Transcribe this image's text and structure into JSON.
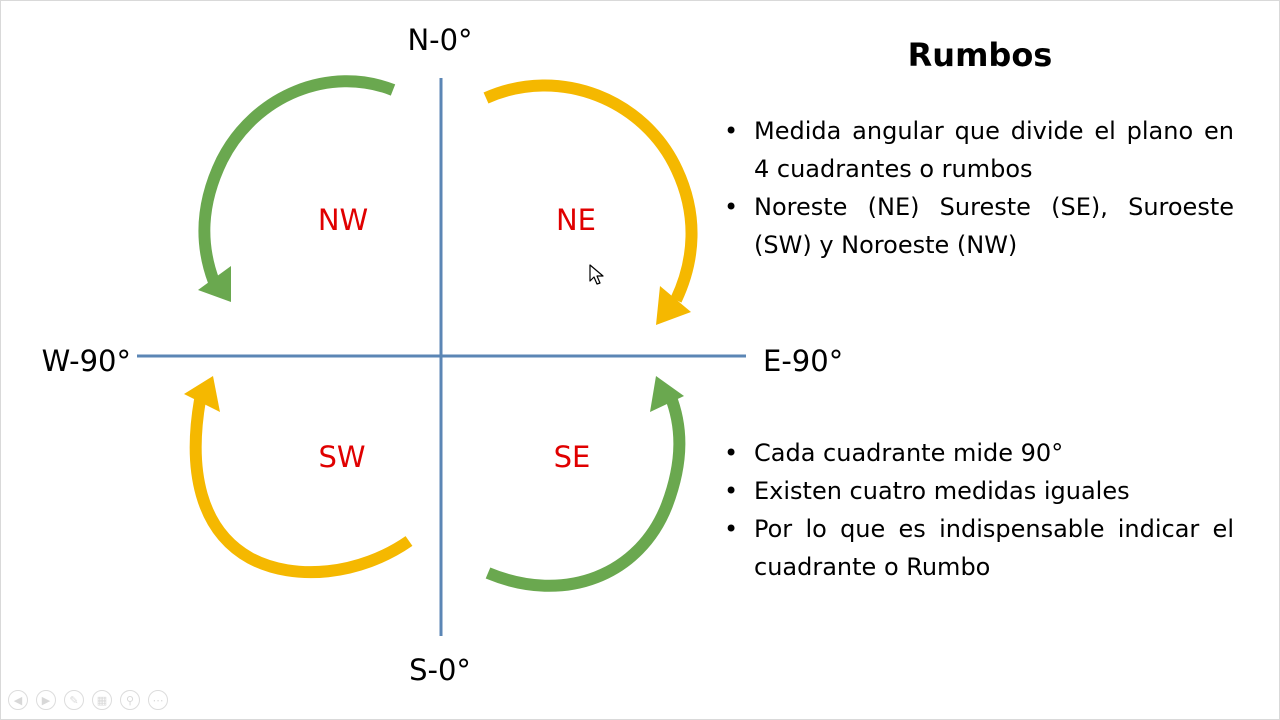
{
  "slide": {
    "title": "Rumbos",
    "bullets_top": [
      "Medida angular que divide el plano en 4 cuadrantes o rumbos",
      "Noreste (NE) Sureste (SE), Suroeste (SW) y Noroeste (NW)"
    ],
    "bullets_bottom": [
      "Cada cuadrante mide 90°",
      "Existen cuatro medidas iguales",
      "Por lo que es indispensable indicar el cuadrante o Rumbo"
    ]
  },
  "diagram": {
    "axis_labels": {
      "north": "N-0°",
      "south": "S-0°",
      "west": "W-90°",
      "east": "E-90°"
    },
    "quadrants": {
      "nw": "NW",
      "ne": "NE",
      "sw": "SW",
      "se": "SE"
    },
    "colors": {
      "axis": "#5b86b5",
      "green_arrow": "#6aa84f",
      "yellow_arrow": "#f5b800",
      "quadrant_text": "#e00000"
    }
  },
  "controls": {
    "icons": [
      "prev-icon",
      "next-icon",
      "pen-icon",
      "slides-icon",
      "zoom-icon",
      "more-icon"
    ]
  }
}
